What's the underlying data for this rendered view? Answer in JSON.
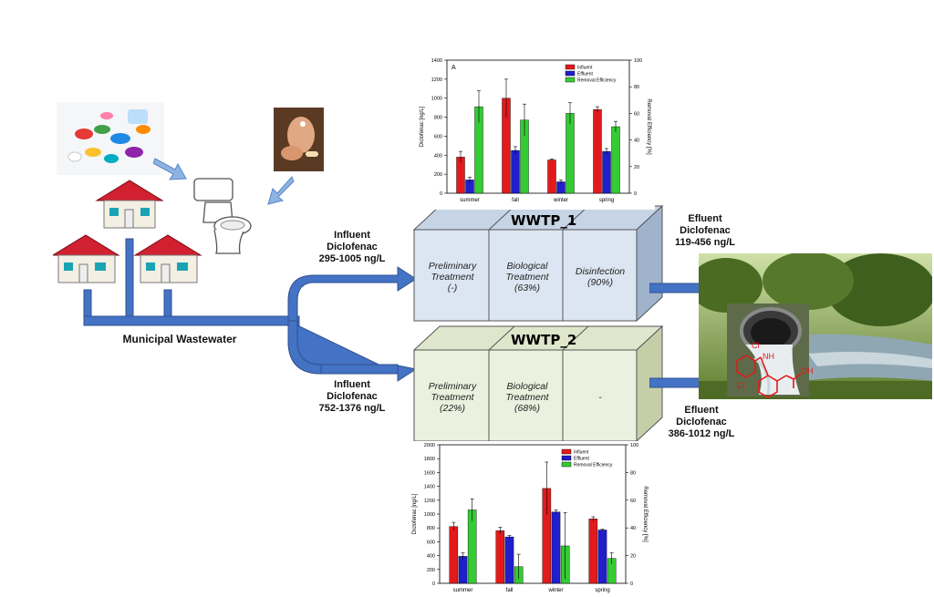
{
  "wwtp1": {
    "title": "WWTP_1",
    "stages": [
      {
        "line1": "Preliminary",
        "line2": "Treatment",
        "line3": "(-)"
      },
      {
        "line1": "Biological",
        "line2": "Treatment",
        "line3": "(63%)"
      },
      {
        "line1": "Disinfection",
        "line2": "(90%)",
        "line3": ""
      }
    ]
  },
  "wwtp2": {
    "title": "WWTP_2",
    "stages": [
      {
        "line1": "Preliminary",
        "line2": "Treatment",
        "line3": "(22%)"
      },
      {
        "line1": "Biological",
        "line2": "Treatment",
        "line3": "(68%)"
      },
      {
        "line1": "-",
        "line2": "",
        "line3": ""
      }
    ]
  },
  "labels": {
    "influent1": [
      "Influent",
      "Diclofenac",
      "295-1005 ng/L"
    ],
    "influent2": [
      "Influent",
      "Diclofenac",
      "752-1376 ng/L"
    ],
    "effluent1": [
      "Efluent",
      "Diclofenac",
      "119-456 ng/L"
    ],
    "effluent2": [
      "Efluent",
      "Diclofenac",
      "386-1012 ng/L"
    ],
    "municipal": "Municipal Wastewater",
    "molecule_cl1": "Cl",
    "molecule_cl2": "Cl",
    "molecule_nh": "NH",
    "molecule_oh": "OH"
  },
  "colors": {
    "influent": "#e31a1c",
    "effluent": "#1f1fcc",
    "removal": "#33cc33",
    "pipe": "#4472c4",
    "box1": "#dce6f2",
    "box2": "#ebf1de"
  },
  "chart_data": [
    {
      "type": "bar",
      "panel_label": "A",
      "categories": [
        "summer",
        "fall",
        "winter",
        "spring"
      ],
      "ylabel": "Diclofenac [ng/L]",
      "y2label": "Removal Efficiency [%]",
      "ylim": [
        0,
        1400
      ],
      "yticks": [
        0,
        200,
        400,
        600,
        800,
        1000,
        1200,
        1400
      ],
      "y2lim": [
        0,
        100
      ],
      "y2ticks": [
        0,
        20,
        40,
        60,
        80,
        100
      ],
      "legend_position": "top-right",
      "series": [
        {
          "name": "Influent",
          "axis": "left",
          "values": [
            380,
            1000,
            350,
            880
          ],
          "errors": [
            60,
            200,
            10,
            30
          ]
        },
        {
          "name": "Effluent",
          "axis": "left",
          "values": [
            140,
            450,
            120,
            440
          ],
          "errors": [
            30,
            40,
            20,
            30
          ]
        },
        {
          "name": "Removal Efficiency",
          "axis": "right",
          "values": [
            65,
            55,
            60,
            50
          ],
          "errors": [
            12,
            12,
            8,
            4
          ]
        }
      ]
    },
    {
      "type": "bar",
      "panel_label": "",
      "categories": [
        "summer",
        "fall",
        "winter",
        "spring"
      ],
      "ylabel": "Diclofenac [ng/L]",
      "y2label": "Removal Efficiency [%]",
      "ylim": [
        0,
        2000
      ],
      "yticks": [
        0,
        200,
        400,
        600,
        800,
        1000,
        1200,
        1400,
        1600,
        1800,
        2000
      ],
      "y2lim": [
        0,
        100
      ],
      "y2ticks": [
        0,
        20,
        40,
        60,
        80,
        100
      ],
      "legend_position": "top-right",
      "series": [
        {
          "name": "Influent",
          "axis": "left",
          "values": [
            820,
            760,
            1370,
            930
          ],
          "errors": [
            60,
            50,
            380,
            30
          ]
        },
        {
          "name": "Effluent",
          "axis": "left",
          "values": [
            390,
            670,
            1030,
            770
          ],
          "errors": [
            50,
            20,
            30,
            10
          ]
        },
        {
          "name": "Removal Efficiency",
          "axis": "right",
          "values": [
            53,
            12,
            27,
            18
          ],
          "errors": [
            8,
            9,
            24,
            4
          ]
        }
      ]
    }
  ]
}
